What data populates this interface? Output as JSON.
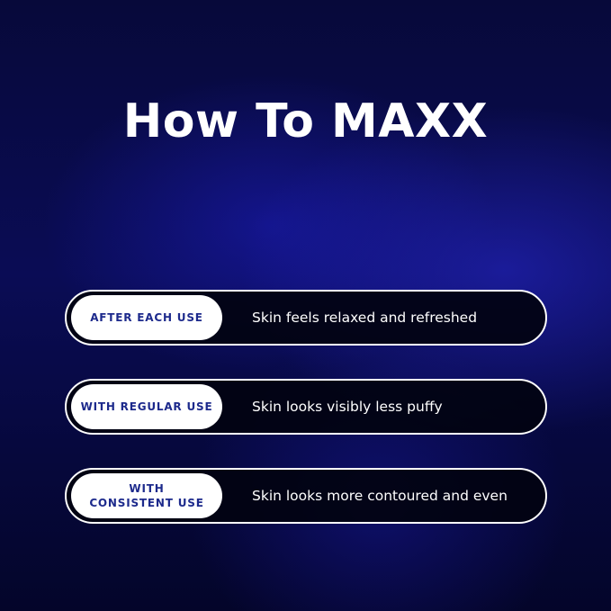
{
  "title": "How To MAXX",
  "colors": {
    "background": "#0a0c55",
    "wave_glow": "#8f9bff",
    "pill_text": "#1d2a8c",
    "row_border": "#ffffff"
  },
  "rows": [
    {
      "label": "AFTER EACH USE",
      "description": "Skin feels relaxed and refreshed"
    },
    {
      "label": "WITH REGULAR USE",
      "description": "Skin looks visibly less puffy"
    },
    {
      "label": "WITH\nCONSISTENT USE",
      "description": "Skin looks more contoured and even"
    }
  ]
}
